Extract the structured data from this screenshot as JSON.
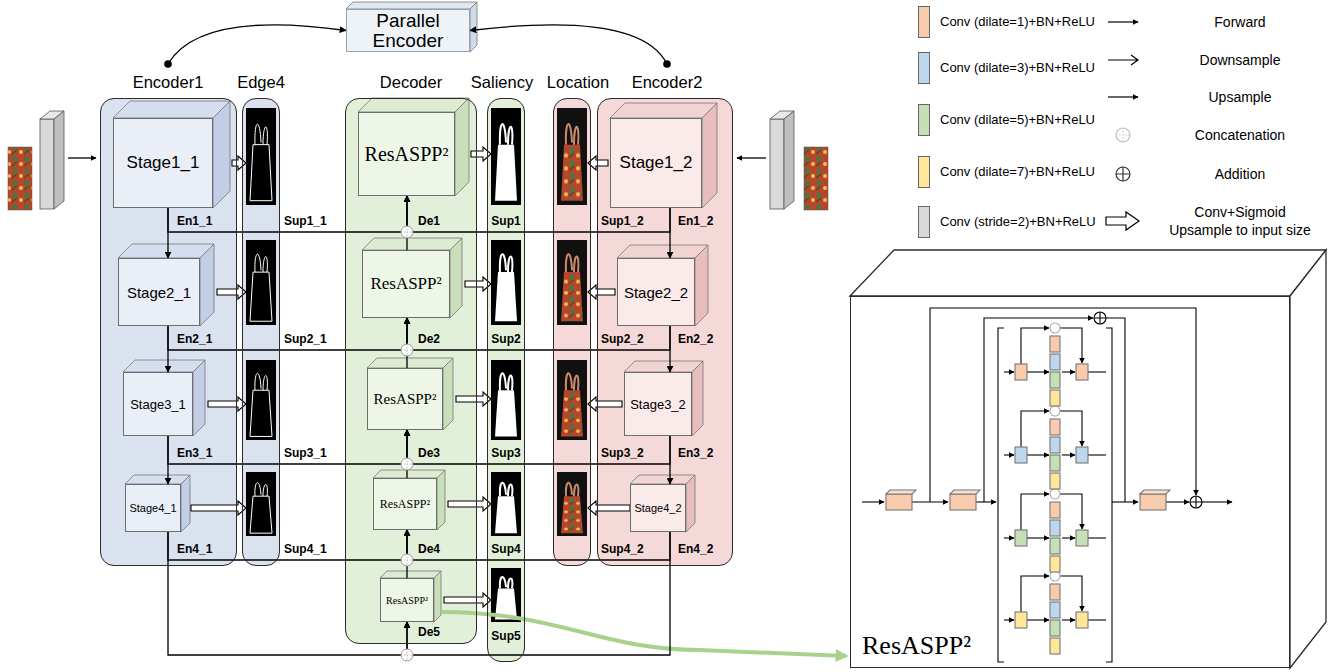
{
  "diagram": {
    "nodes": [
      {
        "text": [
          "Parallel Encoder"
        ]
      },
      {
        "text": [
          "Encoder1"
        ]
      },
      {
        "text": [
          "Stage1_1"
        ],
        "in": 1
      },
      {
        "text": [
          "Stage2_1"
        ],
        "in": 1
      },
      {
        "text": [
          "Stage3_1"
        ],
        "in": 1
      },
      {
        "text": [
          "Stage4_1"
        ],
        "in": 1
      },
      {
        "text": [
          "Edge4"
        ]
      },
      {
        "text": [
          "Decoder"
        ]
      },
      {
        "text": [
          "ResASPP²"
        ],
        "in": 7
      },
      {
        "text": [
          "ResASPP²"
        ],
        "in": 7
      },
      {
        "text": [
          "ResASPP²"
        ],
        "in": 7
      },
      {
        "text": [
          "ResASPP²"
        ],
        "in": 7
      },
      {
        "text": [
          "ResASPP²"
        ],
        "in": 7
      },
      {
        "text": [
          "Saliency"
        ]
      },
      {
        "text": [
          "Location"
        ]
      },
      {
        "text": [
          "Encoder2"
        ]
      },
      {
        "text": [
          "Stage1_2"
        ],
        "in": 15
      },
      {
        "text": [
          "Stage2_2"
        ],
        "in": 15
      },
      {
        "text": [
          "Stage3_2"
        ],
        "in": 15
      },
      {
        "text": [
          "Stage4_2"
        ],
        "in": 15
      },
      {
        "text": [
          "ResASPP²"
        ]
      }
    ],
    "edges": [
      {
        "from": 1,
        "to": 0,
        "arrow": "to"
      },
      {
        "from": 15,
        "to": 0,
        "arrow": "to"
      },
      {
        "from": 2,
        "to": 3,
        "arrow": "to"
      },
      {
        "from": 3,
        "to": 4,
        "arrow": "to"
      },
      {
        "from": 4,
        "to": 5,
        "arrow": "to"
      },
      {
        "from": 16,
        "to": 17,
        "arrow": "to"
      },
      {
        "from": 17,
        "to": 18,
        "arrow": "to"
      },
      {
        "from": 18,
        "to": 19,
        "arrow": "to"
      },
      {
        "from": 12,
        "to": 11,
        "arrow": "to"
      },
      {
        "from": 11,
        "to": 10,
        "arrow": "to"
      },
      {
        "from": 10,
        "to": 9,
        "arrow": "to"
      },
      {
        "from": 9,
        "to": 8,
        "arrow": "to"
      },
      {
        "from": 2,
        "to": 8,
        "arrow": "to"
      },
      {
        "from": 16,
        "to": 8,
        "arrow": "to"
      },
      {
        "from": 3,
        "to": 9,
        "arrow": "to"
      },
      {
        "from": 17,
        "to": 9,
        "arrow": "to"
      },
      {
        "from": 4,
        "to": 10,
        "arrow": "to"
      },
      {
        "from": 18,
        "to": 10,
        "arrow": "to"
      },
      {
        "from": 5,
        "to": 11,
        "arrow": "to"
      },
      {
        "from": 19,
        "to": 11,
        "arrow": "to"
      },
      {
        "from": 5,
        "to": 12,
        "arrow": "to"
      },
      {
        "from": 19,
        "to": 12,
        "arrow": "to"
      }
    ],
    "labels": [
      "En1_1",
      "En2_1",
      "En3_1",
      "En4_1",
      "Sup1_1",
      "Sup2_1",
      "Sup3_1",
      "Sup4_1",
      "De1",
      "De2",
      "De3",
      "De4",
      "De5",
      "Sup1",
      "Sup2",
      "Sup3",
      "Sup4",
      "Sup5",
      "Sup1_2",
      "Sup2_2",
      "Sup3_2",
      "Sup4_2",
      "En1_2",
      "En2_2",
      "En3_2",
      "En4_2"
    ],
    "legend": [
      {
        "text": "Conv (dilate=1)+BN+ReLU",
        "color": "#f8cbad"
      },
      {
        "text": "Conv (dilate=3)+BN+ReLU",
        "color": "#bdd7ee"
      },
      {
        "text": "Conv (dilate=5)+BN+ReLU",
        "color": "#c5e0b4"
      },
      {
        "text": "Conv (dilate=7)+BN+ReLU",
        "color": "#ffe699"
      },
      {
        "text": "Conv (stride=2)+BN+ReLU",
        "color": "#d9d9d9"
      },
      {
        "text": "Forward"
      },
      {
        "text": "Downsample"
      },
      {
        "text": "Upsample"
      },
      {
        "text": "Concatenation"
      },
      {
        "text": "Addition"
      },
      {
        "text": "Conv+Sigmoid Upsample to input size"
      }
    ]
  }
}
